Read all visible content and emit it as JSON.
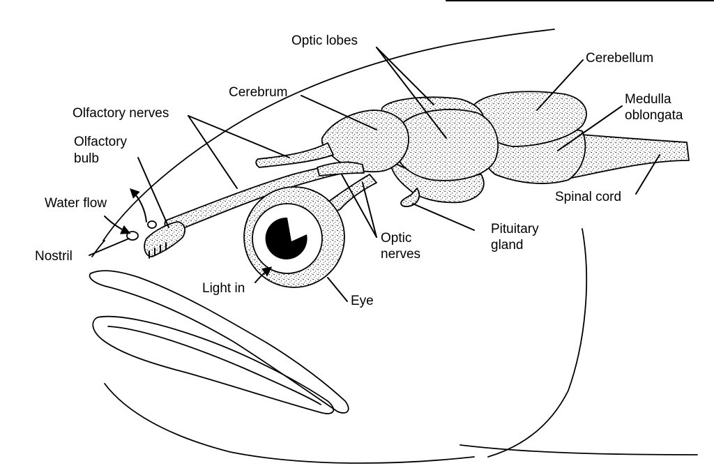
{
  "labels": {
    "optic_lobes": "Optic lobes",
    "cerebellum": "Cerebellum",
    "cerebrum": "Cerebrum",
    "medulla_1": "Medulla",
    "medulla_2": "oblongata",
    "olfactory_nerves": "Olfactory  nerves",
    "olfactory_bulb_1": "Olfactory",
    "olfactory_bulb_2": "bulb",
    "water_flow": "Water flow",
    "spinal_cord": "Spinal cord",
    "pituitary_1": "Pituitary",
    "pituitary_2": "gland",
    "optic_nerves_1": "Optic",
    "optic_nerves_2": "nerves",
    "nostril": "Nostril",
    "light_in": "Light in",
    "eye": "Eye"
  },
  "colors": {
    "ink": "#000000",
    "background": "#ffffff"
  }
}
